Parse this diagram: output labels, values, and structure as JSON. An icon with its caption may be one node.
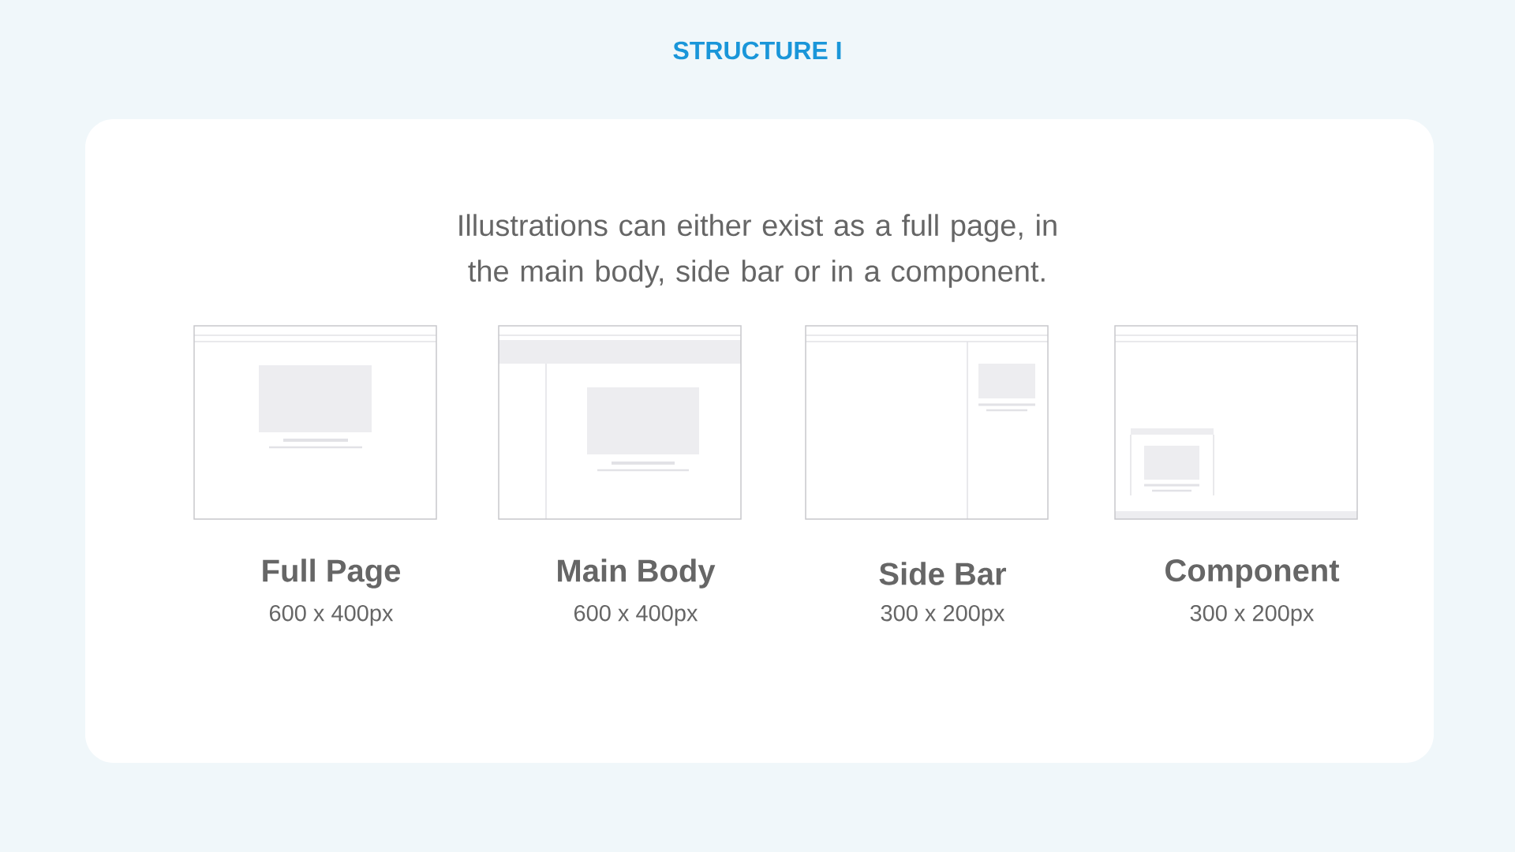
{
  "diagram": {
    "title": "STRUCTURE I",
    "nodes": [
      {
        "text": [
          "Illustrations can either exist as a full page, in the main body, side bar or in a component."
        ]
      },
      {
        "text": [
          "Full Page",
          "600 x 400px"
        ],
        "in": 0
      },
      {
        "text": [
          "Main Body",
          "600 x 400px"
        ],
        "in": 0
      },
      {
        "text": [
          "Side Bar",
          "300 x 200px"
        ],
        "in": 0
      },
      {
        "text": [
          "Component",
          "300 x 200px"
        ],
        "in": 0
      }
    ]
  }
}
